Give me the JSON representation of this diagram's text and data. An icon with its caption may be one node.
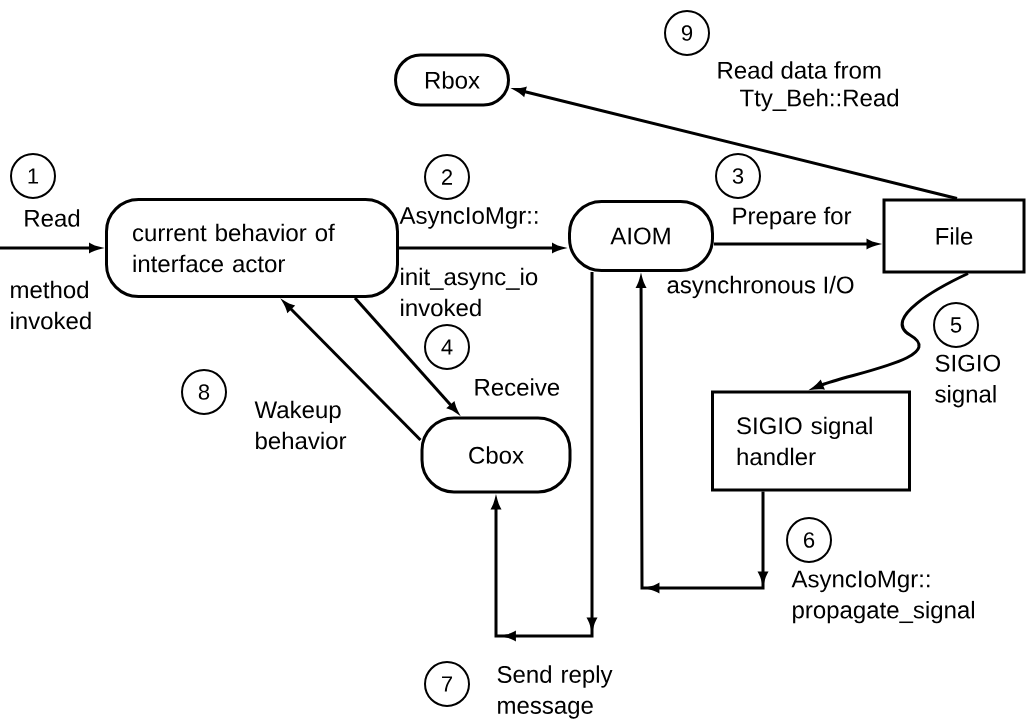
{
  "diagram": {
    "nodes": [
      {
        "text": [
          "Rbox"
        ]
      },
      {
        "text": [
          "current behavior of interface actor"
        ]
      },
      {
        "text": [
          "AIOM"
        ]
      },
      {
        "text": [
          "File"
        ]
      },
      {
        "text": [
          "SIGIO signal handler"
        ]
      },
      {
        "text": [
          "Cbox"
        ]
      },
      {
        "text": [
          "1"
        ]
      },
      {
        "text": [
          "2"
        ]
      },
      {
        "text": [
          "3"
        ]
      },
      {
        "text": [
          "4"
        ]
      },
      {
        "text": [
          "5"
        ]
      },
      {
        "text": [
          "6"
        ]
      },
      {
        "text": [
          "7"
        ]
      },
      {
        "text": [
          "8"
        ]
      },
      {
        "text": [
          "9"
        ]
      }
    ],
    "edges": [
      {
        "from": null,
        "to": 1,
        "arrow": "to"
      },
      {
        "from": 1,
        "to": 2,
        "arrow": "to"
      },
      {
        "from": 2,
        "to": 3,
        "arrow": "to"
      },
      {
        "from": 3,
        "to": 0,
        "arrow": "to"
      },
      {
        "from": 3,
        "to": 4,
        "arrow": "to"
      },
      {
        "from": 1,
        "to": 5,
        "arrow": "to"
      },
      {
        "from": 5,
        "to": 1,
        "arrow": "to"
      },
      {
        "from": 4,
        "to": 2,
        "arrow": "to"
      },
      {
        "from": 2,
        "to": 5,
        "arrow": "to"
      }
    ],
    "labels": [
      "Read data from",
      "Tty_Beh::Read",
      "Read",
      "AsyncIoMgr::",
      "Prepare for",
      "method invoked",
      "init_async_io invoked",
      "asynchronous I/O",
      "SIGIO signal",
      "Receive",
      "Wakeup behavior",
      "AsyncIoMgr:: propagate_signal",
      "Send reply message"
    ]
  }
}
